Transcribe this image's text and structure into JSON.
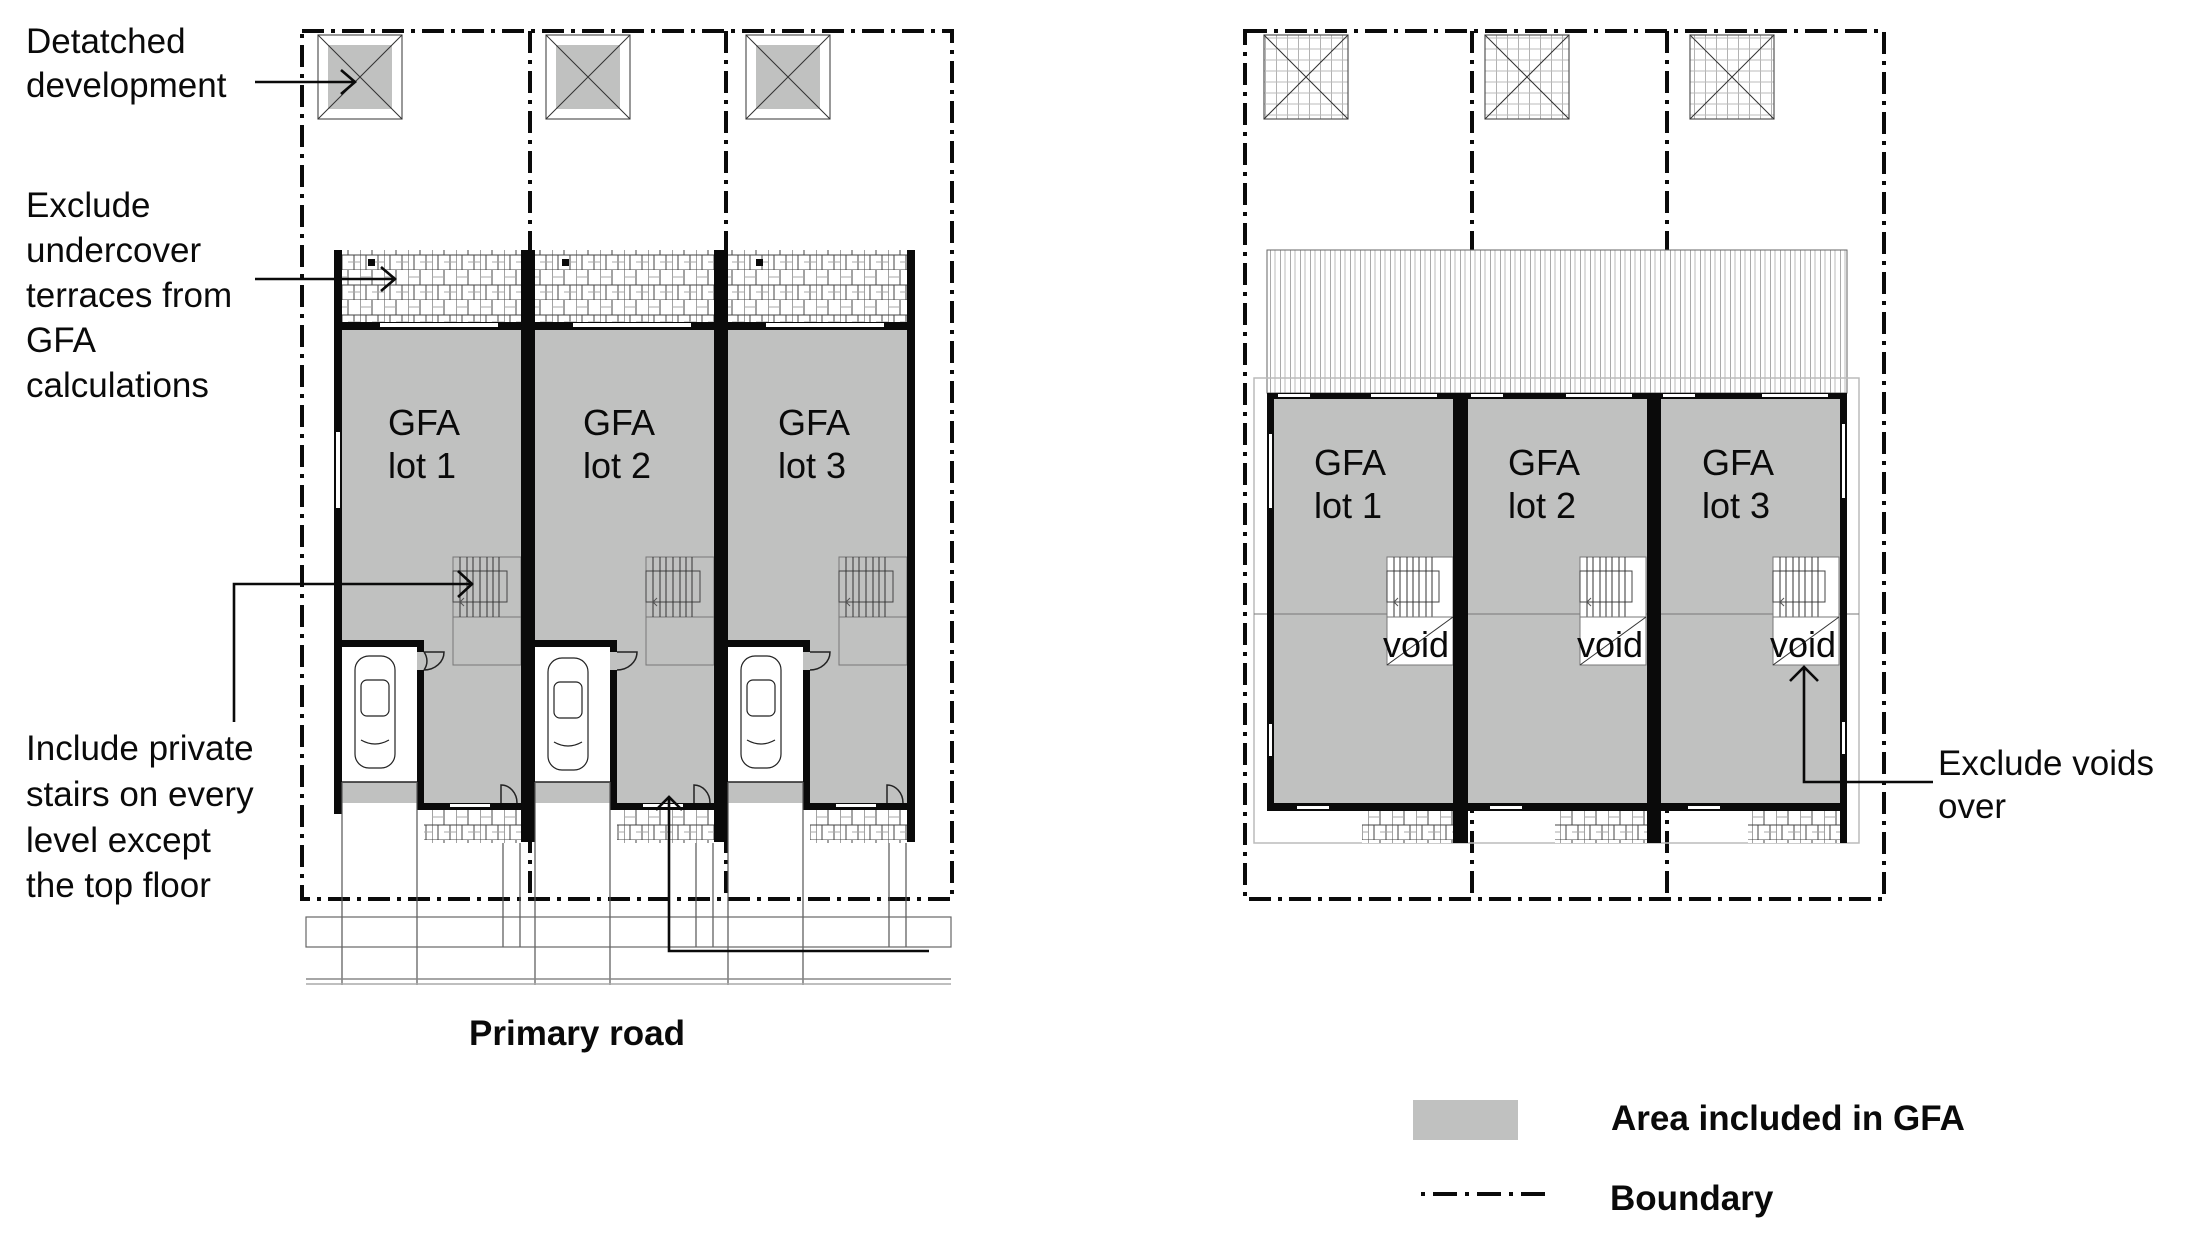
{
  "colors": {
    "gfa_fill": "#c0c1c0",
    "wall": "#0a0a0a",
    "line": "#0a0a0a",
    "background": "#ffffff"
  },
  "annotations": {
    "detached": [
      "Detatched",
      "development"
    ],
    "terraces": [
      "Exclude",
      "undercover",
      "terraces from",
      "GFA",
      "calculations"
    ],
    "stairs": [
      "Include private",
      "stairs on every",
      "level except",
      "the top floor"
    ],
    "voids": [
      "Exclude voids",
      "over"
    ]
  },
  "ground_floor": {
    "lots": [
      {
        "line1": "GFA",
        "line2": "lot 1"
      },
      {
        "line1": "GFA",
        "line2": "lot 2"
      },
      {
        "line1": "GFA",
        "line2": "lot 3"
      }
    ],
    "road_label": "Primary road"
  },
  "upper_floor": {
    "lots": [
      {
        "line1": "GFA",
        "line2": "lot 1",
        "void": "void"
      },
      {
        "line1": "GFA",
        "line2": "lot 2",
        "void": "void"
      },
      {
        "line1": "GFA",
        "line2": "lot 3",
        "void": "void"
      }
    ]
  },
  "legend": {
    "items": [
      {
        "label": "Area included in GFA",
        "symbol": "gray-swatch"
      },
      {
        "label": "Boundary",
        "symbol": "dash-dot-line"
      }
    ]
  }
}
